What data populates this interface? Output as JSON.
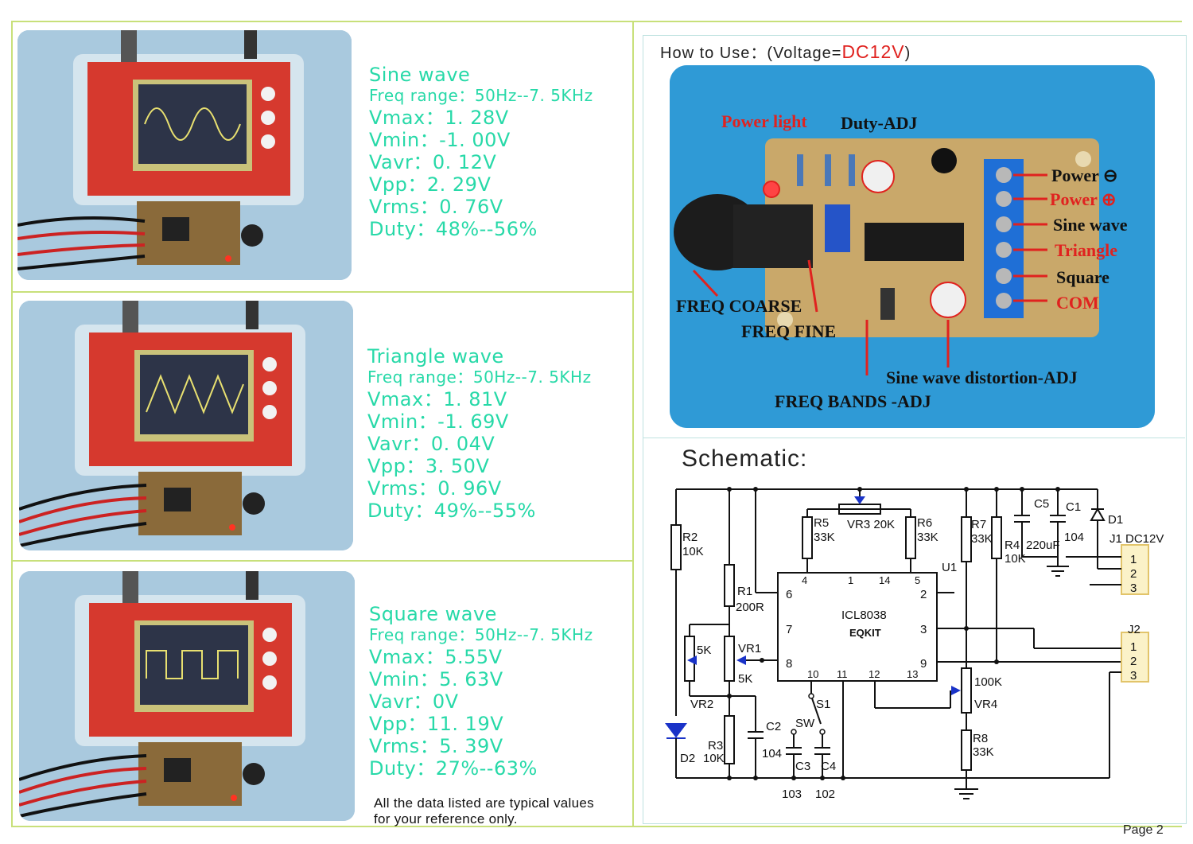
{
  "waves": [
    {
      "title": "Sine wave",
      "freq": "Freq range：50Hz--7. 5KHz",
      "vmax": "Vmax：1. 28V",
      "vmin": "Vmin：-1. 00V",
      "vavr": "Vavr：0. 12V",
      "vpp": "Vpp：2. 29V",
      "vrms": "Vrms：0. 76V",
      "duty": "Duty：48%--56%"
    },
    {
      "title": "Triangle wave",
      "freq": "Freq range：50Hz--7. 5KHz",
      "vmax": "Vmax：1. 81V",
      "vmin": "Vmin：-1. 69V",
      "vavr": "Vavr：0. 04V",
      "vpp": "Vpp：3. 50V",
      "vrms": "Vrms：0. 96V",
      "duty": "Duty：49%--55%"
    },
    {
      "title": "Square wave",
      "freq": "Freq range：50Hz--7. 5KHz",
      "vmax": "Vmax：5.55V",
      "vmin": "Vmin：5. 63V",
      "vavr": "Vavr：0V",
      "vpp": "Vpp：11. 19V",
      "vrms": "Vrms：5. 39V",
      "duty": "Duty：27%--63%"
    }
  ],
  "note_line1": "All the data listed are typical values",
  "note_line2": "for your reference only.",
  "howto": {
    "prefix": "How to Use：(Voltage=",
    "voltage": "DC12V",
    "suffix": ")"
  },
  "pcb_labels": {
    "power_light": "Power light",
    "duty_adj": "Duty-ADJ",
    "power_minus": "Power ⊖",
    "power_plus": "Power ⊕",
    "sine_wave": "Sine wave",
    "triangle": "Triangle",
    "square": "Square",
    "com": "COM",
    "freq_coarse": "FREQ COARSE",
    "freq_fine": "FREQ FINE",
    "sine_distortion": "Sine wave distortion-ADJ",
    "freq_bands": "FREQ BANDS -ADJ"
  },
  "schematic_title": "Schematic:",
  "schematic": {
    "r2": "R2",
    "r2v": "10K",
    "r1": "R1",
    "r1v": "200R",
    "r5": "R5",
    "r5v": "33K",
    "vr3": "VR3 20K",
    "r6": "R6",
    "r6v": "33K",
    "r7": "R7",
    "r7v": "33K",
    "r4": "R4",
    "r4v": "10K",
    "c5": "C5",
    "c5v": "220uF",
    "c1": "C1",
    "c1v": "104",
    "d1": "D1",
    "j1": "J1 DC12V",
    "u1": "U1",
    "ic": "ICL8038",
    "brand": "EQKIT",
    "vr1": "VR1",
    "vr1v": "5K",
    "vr2": "VR2",
    "vr2v": "5K",
    "r3": "R3",
    "r3v": "10K",
    "c2": "C2",
    "c2v": "104",
    "s1": "S1",
    "sw": "SW",
    "c3": "C3",
    "c3v": "103",
    "c4": "C4",
    "c4v": "102",
    "vr4": "VR4",
    "vr4v": "100K",
    "r8": "R8",
    "r8v": "33K",
    "d2": "D2",
    "j2": "J2",
    "pins": [
      "1",
      "2",
      "3"
    ],
    "icpins_left": [
      "6",
      "7",
      "8"
    ],
    "icpins_right": [
      "2",
      "3",
      "9"
    ],
    "icpins_top": [
      "4",
      "1",
      "14",
      "5"
    ],
    "icpins_bottom": [
      "10",
      "11",
      "12",
      "13"
    ]
  },
  "page_label": "Page 2"
}
